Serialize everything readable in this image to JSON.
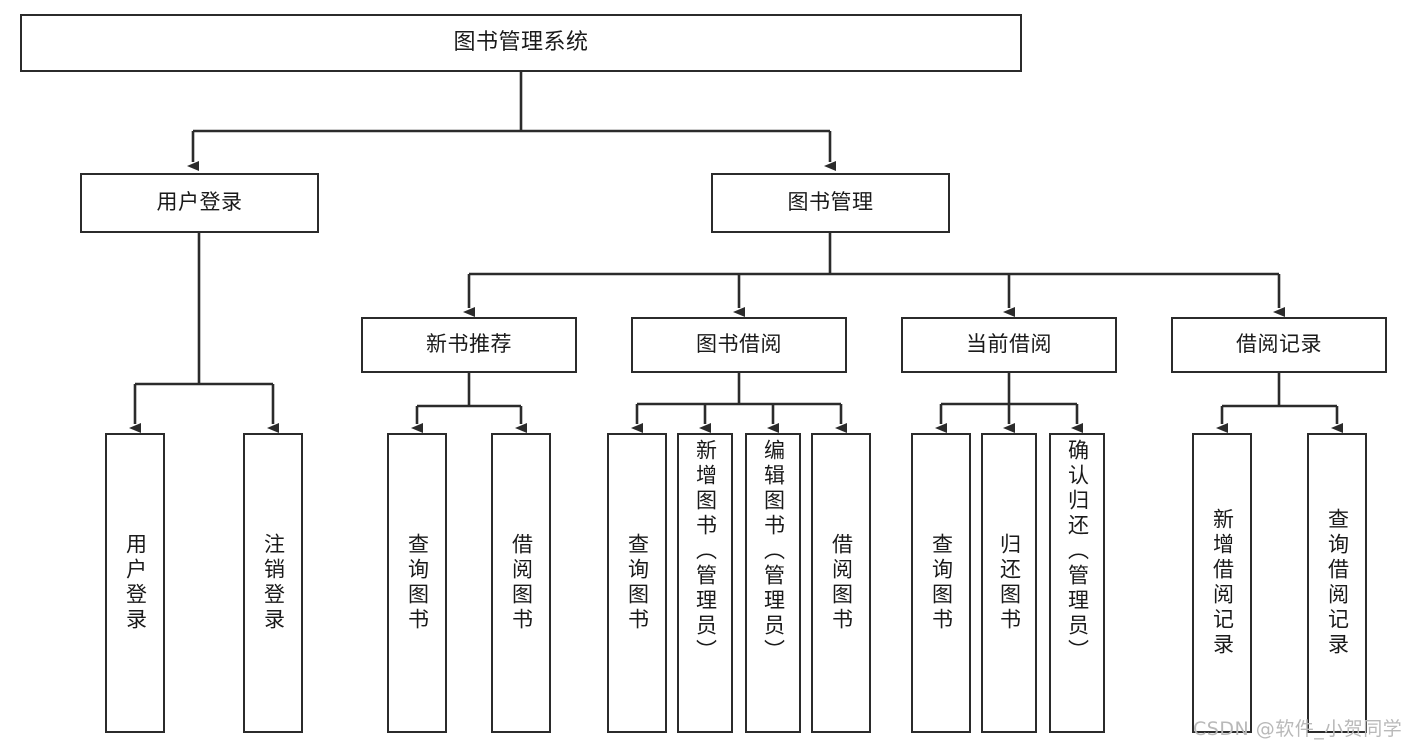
{
  "diagram": {
    "type": "tree",
    "title": "图书管理系统",
    "root": {
      "label": "图书管理系统"
    },
    "level1": [
      {
        "label": "用户登录"
      },
      {
        "label": "图书管理"
      }
    ],
    "level2": [
      {
        "label": "新书推荐"
      },
      {
        "label": "图书借阅"
      },
      {
        "label": "当前借阅"
      },
      {
        "label": "借阅记录"
      }
    ],
    "leaves": {
      "user_login": [
        {
          "label": "用户登录"
        },
        {
          "label": "注销登录"
        }
      ],
      "new_book_recommend": [
        {
          "label": "查询图书"
        },
        {
          "label": "借阅图书"
        }
      ],
      "book_borrow": [
        {
          "label": "查询图书"
        },
        {
          "label": "新增图书（管理员）"
        },
        {
          "label": "编辑图书（管理员）"
        },
        {
          "label": "借阅图书"
        }
      ],
      "current_borrow": [
        {
          "label": "查询图书"
        },
        {
          "label": "归还图书"
        },
        {
          "label": "确认归还（管理员）"
        }
      ],
      "borrow_record": [
        {
          "label": "新增借阅记录"
        },
        {
          "label": "查询借阅记录"
        }
      ]
    }
  },
  "watermark": {
    "text": "CSDN @软件_小贺同学"
  },
  "colors": {
    "stroke": "#2b2b2b",
    "background": "#ffffff",
    "text": "#1a1a1a",
    "watermark": "#b9b9b9"
  }
}
